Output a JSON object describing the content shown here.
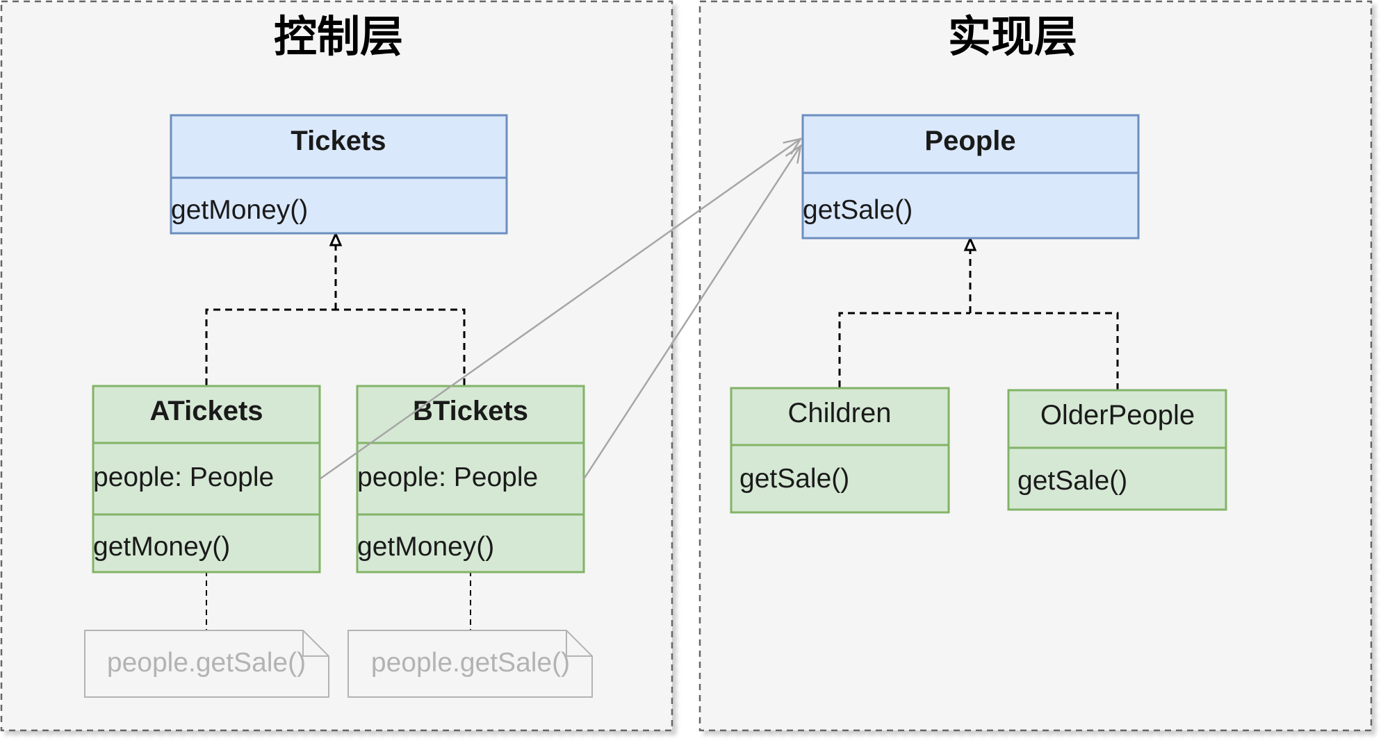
{
  "layers": {
    "control": {
      "title": "控制层"
    },
    "implementation": {
      "title": "实现层"
    }
  },
  "classes": {
    "tickets": {
      "name": "Tickets",
      "method": "getMoney()"
    },
    "atickets": {
      "name": "ATickets",
      "attribute": "people: People",
      "method": "getMoney()"
    },
    "btickets": {
      "name": "BTickets",
      "attribute": "people: People",
      "method": "getMoney()"
    },
    "people": {
      "name": "People",
      "method": "getSale()"
    },
    "children": {
      "name": "Children",
      "method": "getSale()"
    },
    "olderpeople": {
      "name": "OlderPeople",
      "method": "getSale()"
    }
  },
  "notes": {
    "atickets_note": "people.getSale()",
    "btickets_note": "people.getSale()"
  },
  "colors": {
    "container_fill": "#f5f5f5",
    "container_border": "#666666",
    "blue_fill": "#dae8fc",
    "blue_border": "#6c8ebf",
    "green_fill": "#d5e8d4",
    "green_border": "#82b366",
    "note_border": "#b3b3b3",
    "association_line": "#a6a6a6"
  }
}
